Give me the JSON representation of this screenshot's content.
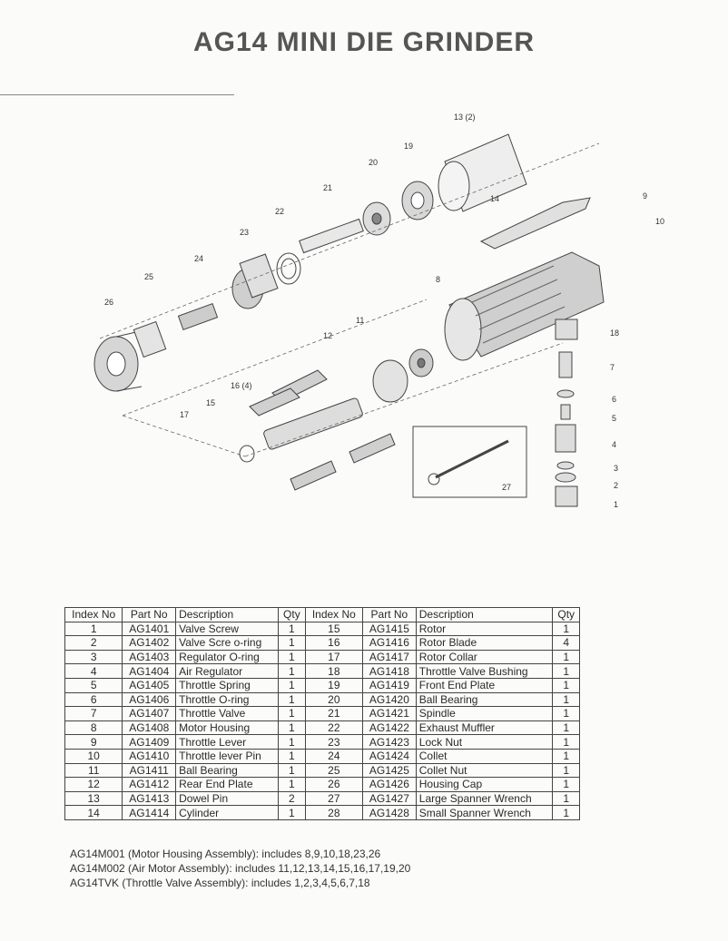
{
  "title": "AG14 MINI DIE GRINDER",
  "callouts": [
    "13 (2)",
    "19",
    "20",
    "14",
    "9",
    "21",
    "22",
    "10",
    "23",
    "24",
    "25",
    "8",
    "26",
    "18",
    "11",
    "12",
    "7",
    "16 (4)",
    "6",
    "15",
    "5",
    "17",
    "4",
    "3",
    "2",
    "27",
    "1"
  ],
  "table": {
    "headers": [
      "Index No",
      "Part No",
      "Description",
      "Qty",
      "Index No",
      "Part No",
      "Description",
      "Qty"
    ],
    "rows": [
      [
        "1",
        "AG1401",
        "Valve Screw",
        "1",
        "15",
        "AG1415",
        "Rotor",
        "1"
      ],
      [
        "2",
        "AG1402",
        "Valve Scre o-ring",
        "1",
        "16",
        "AG1416",
        "Rotor Blade",
        "4"
      ],
      [
        "3",
        "AG1403",
        "Regulator O-ring",
        "1",
        "17",
        "AG1417",
        "Rotor Collar",
        "1"
      ],
      [
        "4",
        "AG1404",
        "Air Regulator",
        "1",
        "18",
        "AG1418",
        "Throttle Valve Bushing",
        "1"
      ],
      [
        "5",
        "AG1405",
        "Throttle Spring",
        "1",
        "19",
        "AG1419",
        "Front End Plate",
        "1"
      ],
      [
        "6",
        "AG1406",
        "Throttle O-ring",
        "1",
        "20",
        "AG1420",
        "Ball Bearing",
        "1"
      ],
      [
        "7",
        "AG1407",
        "Throttle Valve",
        "1",
        "21",
        "AG1421",
        "Spindle",
        "1"
      ],
      [
        "8",
        "AG1408",
        "Motor Housing",
        "1",
        "22",
        "AG1422",
        "Exhaust Muffler",
        "1"
      ],
      [
        "9",
        "AG1409",
        "Throttle Lever",
        "1",
        "23",
        "AG1423",
        "Lock Nut",
        "1"
      ],
      [
        "10",
        "AG1410",
        "Throttle lever Pin",
        "1",
        "24",
        "AG1424",
        "Collet",
        "1"
      ],
      [
        "11",
        "AG1411",
        "Ball Bearing",
        "1",
        "25",
        "AG1425",
        "Collet Nut",
        "1"
      ],
      [
        "12",
        "AG1412",
        "Rear End Plate",
        "1",
        "26",
        "AG1426",
        "Housing Cap",
        "1"
      ],
      [
        "13",
        "AG1413",
        "Dowel Pin",
        "2",
        "27",
        "AG1427",
        "Large Spanner Wrench",
        "1"
      ],
      [
        "14",
        "AG1414",
        "Cylinder",
        "1",
        "28",
        "AG1428",
        "Small Spanner Wrench",
        "1"
      ]
    ]
  },
  "notes": [
    "AG14M001 (Motor Housing Assembly):  includes 8,9,10,18,23,26",
    "AG14M002 (Air Motor Assembly):  includes 11,12,13,14,15,16,17,19,20",
    "AG14TVK (Throttle Valve Assembly):  includes 1,2,3,4,5,6,7,18"
  ]
}
